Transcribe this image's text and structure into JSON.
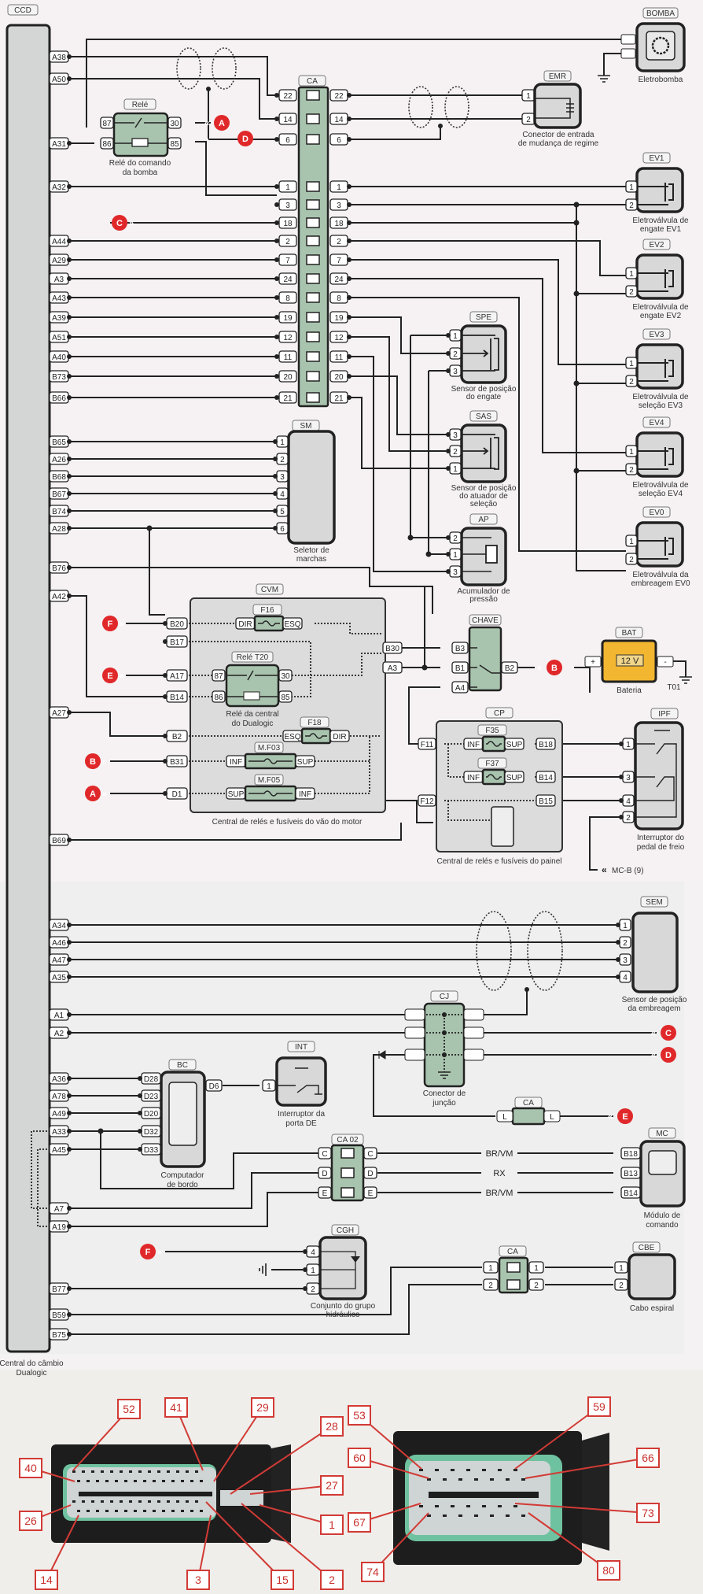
{
  "ccd": {
    "tag": "CCD",
    "caption_line1": "Central do câmbio",
    "caption_line2": "Dualogic",
    "pins": [
      "A38",
      "A50",
      "A31",
      "A32",
      "A44",
      "A29",
      "A3",
      "A43",
      "A39",
      "A51",
      "A40",
      "B73",
      "B66",
      "B65",
      "A26",
      "B68",
      "B67",
      "B74",
      "A28",
      "B76",
      "A42",
      "A27",
      "B69",
      "A34",
      "A46",
      "A47",
      "A35",
      "A1",
      "A2",
      "A36",
      "A78",
      "A49",
      "A33",
      "A45",
      "A7",
      "A19",
      "B77",
      "B59",
      "B75"
    ]
  },
  "rele_bomba": {
    "tag": "Relé",
    "pins": [
      "87",
      "86",
      "30",
      "85"
    ],
    "caption_line1": "Relé do comando",
    "caption_line2": "da bomba"
  },
  "ca_main": {
    "tag": "CA",
    "pins": [
      "22",
      "14",
      "6",
      "1",
      "3",
      "18",
      "2",
      "7",
      "24",
      "8",
      "19",
      "12",
      "11",
      "20",
      "21"
    ]
  },
  "bomba": {
    "tag": "BOMBA",
    "caption": "Eletrobomba"
  },
  "emr": {
    "tag": "EMR",
    "pins": [
      "1",
      "2"
    ],
    "caption_line1": "Conector de entrada",
    "caption_line2": "de mudança de regime"
  },
  "evs": [
    {
      "tag": "EV1",
      "pins": [
        "1",
        "2"
      ],
      "caption_line1": "Eletroválvula de",
      "caption_line2": "engate EV1"
    },
    {
      "tag": "EV2",
      "pins": [
        "1",
        "2"
      ],
      "caption_line1": "Eletroválvula de",
      "caption_line2": "engate EV2"
    },
    {
      "tag": "EV3",
      "pins": [
        "1",
        "2"
      ],
      "caption_line1": "Eletroválvula de",
      "caption_line2": "seleção EV3"
    },
    {
      "tag": "EV4",
      "pins": [
        "1",
        "2"
      ],
      "caption_line1": "Eletroválvula de",
      "caption_line2": "seleção EV4"
    },
    {
      "tag": "EV0",
      "pins": [
        "1",
        "2"
      ],
      "caption_line1": "Eletroválvula da",
      "caption_line2": "embreagem EV0"
    }
  ],
  "spe": {
    "tag": "SPE",
    "pins": [
      "1",
      "2",
      "3"
    ],
    "caption_line1": "Sensor de posição",
    "caption_line2": "do engate"
  },
  "sas": {
    "tag": "SAS",
    "pins": [
      "3",
      "2",
      "1"
    ],
    "caption_line1": "Sensor de posição",
    "caption_line2": "do atuador de",
    "caption_line3": "seleção"
  },
  "ap": {
    "tag": "AP",
    "pins": [
      "2",
      "1",
      "3"
    ],
    "caption_line1": "Acumulador de",
    "caption_line2": "pressão"
  },
  "sm": {
    "tag": "SM",
    "pins": [
      "1",
      "2",
      "3",
      "4",
      "5",
      "6"
    ],
    "caption_line1": "Seletor de",
    "caption_line2": "marchas"
  },
  "cvm": {
    "tag": "CVM",
    "pins_left": [
      "B20",
      "B17",
      "A17",
      "B14",
      "B2",
      "B31",
      "D1"
    ],
    "pins_right": [
      "B30",
      "A3"
    ],
    "f16": {
      "tag": "F16",
      "left": "DIR",
      "right": "ESQ"
    },
    "rele_t20": {
      "tag": "Relé T20",
      "pins": [
        "87",
        "86",
        "30",
        "85"
      ],
      "caption_line1": "Relé da central",
      "caption_line2": "do Dualogic"
    },
    "f18": {
      "tag": "F18",
      "left": "ESQ",
      "right": "DIR"
    },
    "mf03": {
      "tag": "M.F03",
      "left": "INF",
      "right": "SUP"
    },
    "mf05": {
      "tag": "M.F05",
      "left": "SUP",
      "right": "INF"
    },
    "caption": "Central de relés e fusíveis do vão do motor"
  },
  "chave": {
    "tag": "CHAVE",
    "pins": [
      "B3",
      "B1",
      "A4",
      "B2"
    ]
  },
  "bat": {
    "tag": "BAT",
    "voltage": "12 V",
    "plus": "+",
    "minus": "-",
    "caption": "Bateria",
    "ground": "T01"
  },
  "cp": {
    "tag": "CP",
    "pins_left": [
      "F11",
      "F12"
    ],
    "pins_right": [
      "B18",
      "B14",
      "B15"
    ],
    "f35": {
      "tag": "F35",
      "left": "INF",
      "right": "SUP"
    },
    "f37": {
      "tag": "F37",
      "left": "INF",
      "right": "SUP"
    },
    "caption": "Central de relés e fusíveis do painel"
  },
  "ipf": {
    "tag": "IPF",
    "pins": [
      "1",
      "3",
      "4",
      "2"
    ],
    "caption_line1": "Interruptor do",
    "caption_line2": "pedal de freio",
    "ref": "MC-B (9)"
  },
  "sem": {
    "tag": "SEM",
    "pins": [
      "1",
      "2",
      "3",
      "4"
    ],
    "caption_line1": "Sensor de posição",
    "caption_line2": "da embreagem"
  },
  "cj": {
    "tag": "CJ",
    "caption_line1": "Conector de",
    "caption_line2": "junção"
  },
  "ca_l": {
    "tag": "CA",
    "left": "L",
    "right": "L"
  },
  "bc": {
    "tag": "BC",
    "pins": [
      "D28",
      "D23",
      "D20",
      "D32",
      "D33"
    ],
    "out_pin": "D6",
    "caption_line1": "Computador",
    "caption_line2": "de bordo"
  },
  "int": {
    "tag": "INT",
    "pin": "1",
    "caption_line1": "Interruptor da",
    "caption_line2": "porta DE"
  },
  "ca02": {
    "tag": "CA 02",
    "pins": [
      "C",
      "D",
      "E"
    ]
  },
  "wire_colors": [
    "BR/VM",
    "RX",
    "BR/VM"
  ],
  "mc": {
    "tag": "MC",
    "pins": [
      "B18",
      "B13",
      "B14"
    ],
    "caption_line1": "Módulo de",
    "caption_line2": "comando"
  },
  "cgh": {
    "tag": "CGH",
    "pins": [
      "4",
      "1",
      "2"
    ],
    "caption_line1": "Conjunto do grupo",
    "caption_line2": "hidráulico"
  },
  "ca_cbe": {
    "tag": "CA",
    "pins": [
      "1",
      "2"
    ]
  },
  "cbe": {
    "tag": "CBE",
    "pins": [
      "1",
      "2"
    ],
    "caption": "Cabo espiral"
  },
  "markers": {
    "A": "A",
    "B": "B",
    "C": "C",
    "D": "D",
    "E": "E",
    "F": "F"
  },
  "connector_photo_1": {
    "labels": [
      "52",
      "41",
      "29",
      "28",
      "40",
      "27",
      "26",
      "1",
      "14",
      "3",
      "15",
      "2"
    ]
  },
  "connector_photo_2": {
    "labels": [
      "53",
      "59",
      "60",
      "66",
      "67",
      "73",
      "74",
      "80"
    ]
  }
}
